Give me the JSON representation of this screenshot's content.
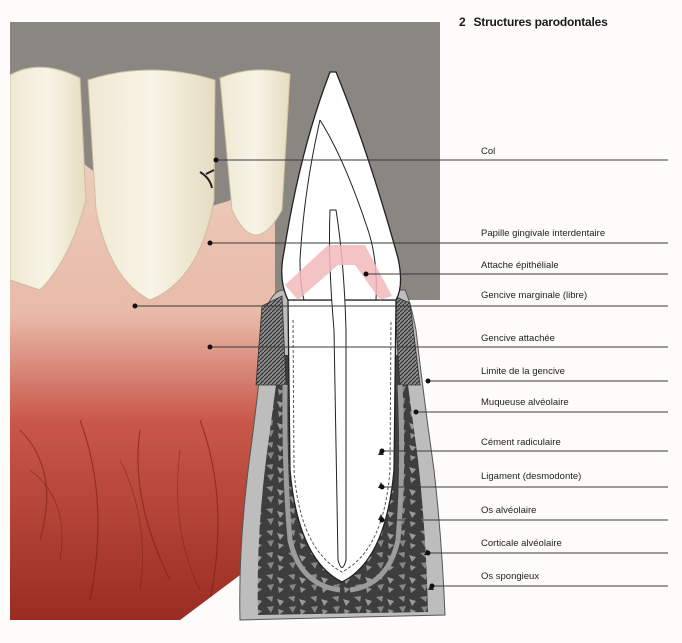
{
  "figure": {
    "number": "2",
    "title": "Structures parodontales"
  },
  "labels": [
    "Col",
    "Papille gingivale interdentaire",
    "Attache épithéliale",
    "Gencive marginale (libre)",
    "Gencive attachée",
    "Limite de la gencive",
    "Muqueuse alvéolaire",
    "Cément radiculaire",
    "Ligament (desmodonte)",
    "Os alvéolaire",
    "Corticale alvéolaire",
    "Os spongieux"
  ],
  "colors": {
    "enamel": "#f3efdc",
    "gingiva": "#e8b4a4",
    "mucosa": "#b4392c",
    "bone": "#4a4a4a",
    "cortical": "#9a9a9a",
    "epithelial_attachment": "#f2b8bc",
    "leader_line": "#3a3a3a"
  }
}
